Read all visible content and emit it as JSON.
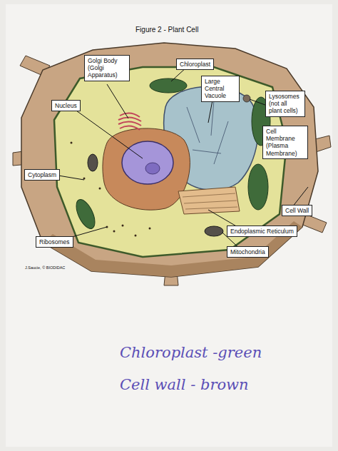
{
  "diagram": {
    "title": "Figure 2 - Plant Cell",
    "nodes": [
      {
        "text": [
          "Golgi Body (Golgi Apparatus)"
        ]
      },
      {
        "text": [
          "Chloroplast"
        ]
      },
      {
        "text": [
          "Large Central Vacuole"
        ]
      },
      {
        "text": [
          "Lysosomes (not all plant cells)"
        ]
      },
      {
        "text": [
          "Nucleus"
        ]
      },
      {
        "text": [
          "Cell Membrane (Plasma Membrane)"
        ]
      },
      {
        "text": [
          "Cytoplasm"
        ]
      },
      {
        "text": [
          "Cell Wall"
        ]
      },
      {
        "text": [
          "Endoplasmic Reticulum"
        ]
      },
      {
        "text": [
          "Ribosomes"
        ]
      },
      {
        "text": [
          "Mitochondria"
        ]
      }
    ],
    "labels": [
      "J.Saucie, © BIODIDAC",
      "Chloroplast -green",
      "Cell wall - brown"
    ]
  }
}
